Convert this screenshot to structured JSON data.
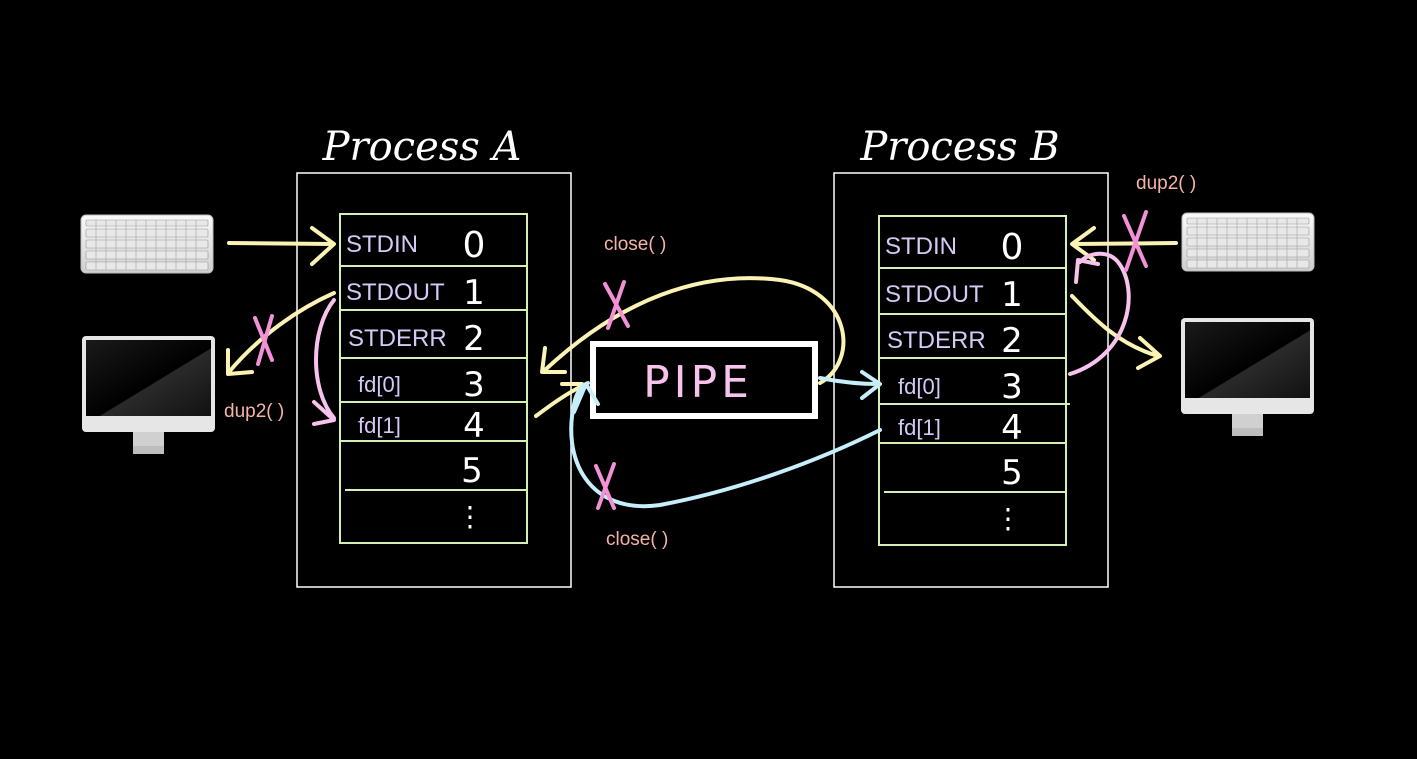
{
  "process_a": {
    "title": "Process A",
    "rows": [
      {
        "name": "STDIN",
        "fd": "0"
      },
      {
        "name": "STDOUT",
        "fd": "1"
      },
      {
        "name": "STDERR",
        "fd": "2"
      },
      {
        "name": "fd[0]",
        "fd": "3"
      },
      {
        "name": "fd[1]",
        "fd": "4"
      },
      {
        "name": "",
        "fd": "5"
      },
      {
        "name": "",
        "fd": "⋮"
      }
    ]
  },
  "process_b": {
    "title": "Process B",
    "rows": [
      {
        "name": "STDIN",
        "fd": "0"
      },
      {
        "name": "STDOUT",
        "fd": "1"
      },
      {
        "name": "STDERR",
        "fd": "2"
      },
      {
        "name": "fd[0]",
        "fd": "3"
      },
      {
        "name": "fd[1]",
        "fd": "4"
      },
      {
        "name": "",
        "fd": "5"
      },
      {
        "name": "",
        "fd": "⋮"
      }
    ]
  },
  "pipe": {
    "label": "PIPE"
  },
  "annotations": {
    "close_top": "close( )",
    "close_bottom": "close( )",
    "dup2_a": "dup2( )",
    "dup2_b": "dup2( )"
  },
  "devices": {
    "keyboard_icon": "keyboard-icon",
    "monitor_icon": "monitor-icon"
  },
  "colors": {
    "background": "#000000",
    "table_line": "#d4f0b4",
    "stdin_arrow": "#fbf3b4",
    "dup2_arrow": "#f7c2ec",
    "cross_mark": "#f291d6",
    "pipe_read_arrow": "#c7eefb",
    "annotation_text": "#f5b3a6",
    "row_text": "#d6c9f5"
  }
}
